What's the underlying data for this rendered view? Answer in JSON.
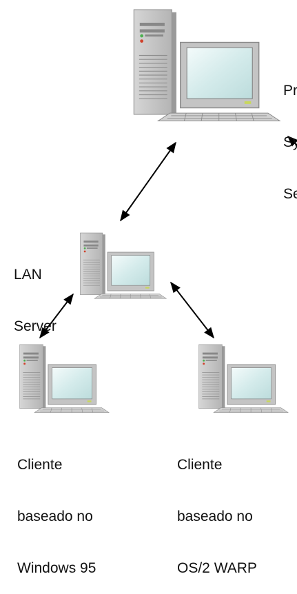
{
  "nodes": {
    "primary": {
      "lines": [
        "Pr",
        "Sy",
        "Se"
      ]
    },
    "lan_server": {
      "lines": [
        "LAN",
        "Server"
      ]
    },
    "client_windows": {
      "lines": [
        "Cliente",
        "baseado no",
        "Windows 95"
      ]
    },
    "client_os2": {
      "lines": [
        "Cliente",
        "baseado no",
        "OS/2 WARP"
      ]
    }
  },
  "colors": {
    "tower": "#c8c8c8",
    "tower_shadow": "#8c8c8c",
    "monitor": "#c6c6c6",
    "screen": "#d6ecec",
    "keyboard": "#d4d4d4",
    "arrow": "#000000"
  },
  "icons": [
    "computer-icon",
    "double-arrow-icon"
  ]
}
